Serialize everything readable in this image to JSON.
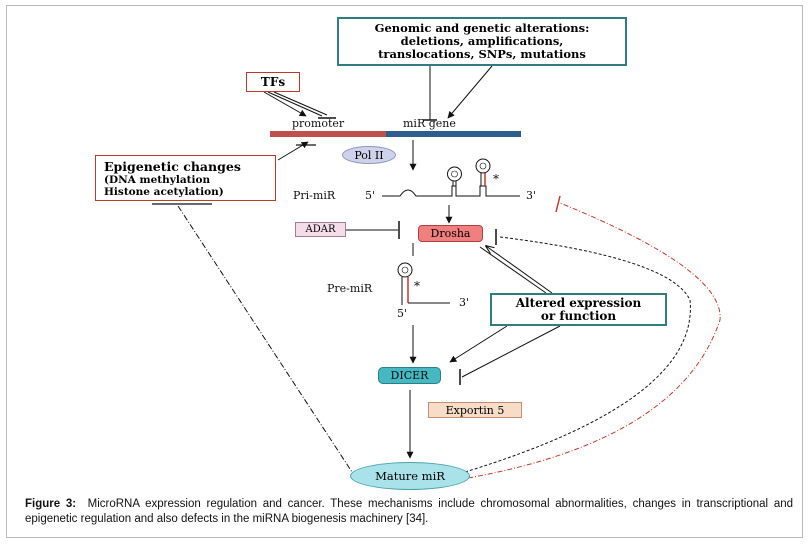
{
  "genomic": {
    "line1": "Genomic and genetic alterations:",
    "line2": "deletions, amplifications,",
    "line3": "translocations, SNPs, mutations"
  },
  "tfs": "TFs",
  "promoter": "promoter",
  "mir_gene": "miR gene",
  "epigenetic": {
    "line1": "Epigenetic changes",
    "line2": "(DNA methylation",
    "line3": "Histone acetylation)"
  },
  "pol_ii": "Pol II",
  "pri_mir": "Pri-miR",
  "five_prime": "5'",
  "three_prime": "3'",
  "star": "*",
  "adar": "ADAR",
  "drosha": "Drosha",
  "pre_mir": "Pre-miR",
  "altered": {
    "line1": "Altered expression",
    "line2": "or function"
  },
  "dicer": "DICER",
  "exportin": "Exportin 5",
  "mature": "Mature miR",
  "caption": {
    "label": "Figure 3:",
    "text": "MicroRNA expression regulation and cancer. These mechanisms include chromosomal abnormalities, changes in transcriptional and epigenetic regulation and also defects in the miRNA biogenesis machinery [34]."
  },
  "colors": {
    "teal_border": "#2e7d80",
    "red_border": "#c0392b",
    "promoter_bar": "#c0504d",
    "gene_bar": "#2e5e8e",
    "drosha_fill": "#f08080",
    "dicer_fill": "#46b8c2",
    "mature_fill": "#a9e2e8"
  }
}
